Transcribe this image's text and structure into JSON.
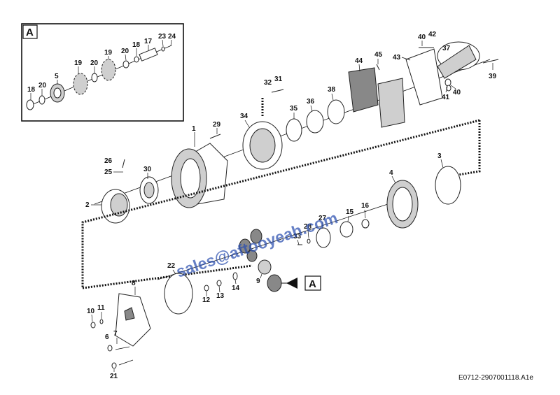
{
  "detail_box": {
    "tag": "A"
  },
  "callout_tag": "A",
  "watermark": "sales@aftooyeah.com",
  "drawing_code": "E0712-2907001118.A1e",
  "labels": {
    "p1": "1",
    "p2": "2",
    "p3": "3",
    "p4": "4",
    "p5": "5",
    "p6": "6",
    "p7": "7",
    "p8": "8",
    "p9": "9",
    "p10": "10",
    "p11": "11",
    "p12": "12",
    "p13": "13",
    "p14": "14",
    "p15": "15",
    "p16": "16",
    "p17": "17",
    "p18a": "18",
    "p18b": "18",
    "p19a": "19",
    "p19b": "19",
    "p20a": "20",
    "p20b": "20",
    "p20c": "20",
    "p21": "21",
    "p22": "22",
    "p23": "23",
    "p24": "24",
    "p25": "25",
    "p26": "26",
    "p27": "27",
    "p28": "28",
    "p29": "29",
    "p30": "30",
    "p31": "31",
    "p32": "32",
    "p33": "33",
    "p34": "34",
    "p35": "35",
    "p36": "36",
    "p37": "37",
    "p38": "38",
    "p39": "39",
    "p40a": "40",
    "p40b": "40",
    "p41": "41",
    "p42": "42",
    "p43": "43",
    "p44": "44",
    "p45": "45"
  }
}
